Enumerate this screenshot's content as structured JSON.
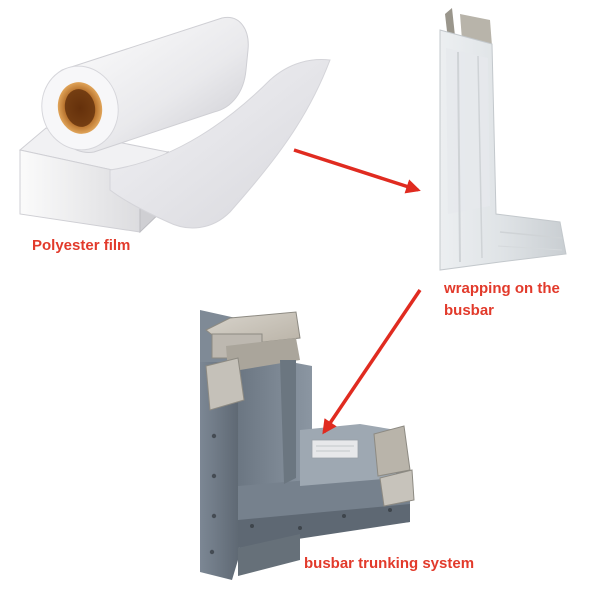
{
  "labels": {
    "polyester_film": "Polyester film",
    "wrapping_line1": "wrapping on the",
    "wrapping_line2": "busbar",
    "busbar_trunking": "busbar trunking system"
  },
  "colors": {
    "label_text": "#e23a2b",
    "arrow": "#e02b20",
    "background": "#ffffff"
  }
}
